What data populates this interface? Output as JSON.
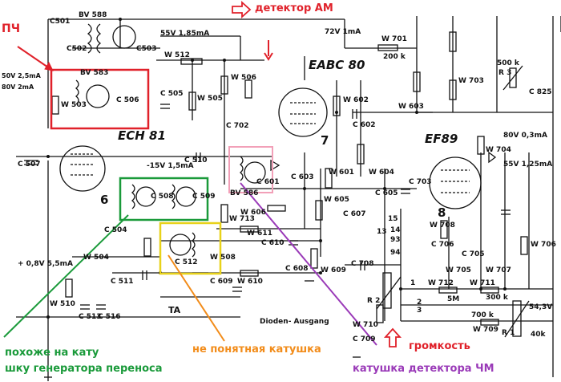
{
  "annotations": {
    "pch": "ПЧ",
    "detector_am": "детектор АМ",
    "gen_note_line1": "похоже на кату",
    "gen_note_line2": "шку генератора переноса",
    "unclear_coil": "не понятная катушка",
    "volume": "громкость",
    "fm_detector_coil": "катушка детектора ЧМ"
  },
  "colors": {
    "red": "#e0212a",
    "green": "#1a9a3a",
    "orange": "#f28c1a",
    "purple": "#9a3ab8",
    "pink": "#f2a0b8",
    "yellow": "#e8d21a"
  },
  "tubes": {
    "ech81": "ECH 81",
    "eabc80": "EABC 80",
    "ef89": "EF89"
  },
  "labels": {
    "c501": "C501",
    "bv588": "BV 588",
    "c502": "C502",
    "c503": "C503",
    "v55": "55V 1,85mA",
    "w512": "W 512",
    "bv583": "BV 583",
    "w503": "W 503",
    "c506": "C 506",
    "c505": "C 505",
    "w505": "W 505",
    "w506": "W 506",
    "c702": "C 702",
    "v72": "72V 1mA",
    "w701": "W 701",
    "r200k": "200 k",
    "w602": "W 602",
    "c602": "C 602",
    "w603": "W 603",
    "w703": "W 703",
    "r3": "R 3",
    "r500k": "500 k",
    "c825": "C 825",
    "w704": "W 704",
    "v80": "80V 0,3mA",
    "v55b": "55V 1,25mA",
    "c507": "C 507",
    "c510": "C 510",
    "v15": "-15V 1,5mA",
    "c508": "C 508",
    "c509": "C 509",
    "c601": "C 601",
    "bv586": "BV 586",
    "w713": "W 713",
    "w606": "W 606",
    "c603": "C 603",
    "w601": "W 601",
    "w604": "W 604",
    "w605": "W 605",
    "c605": "C 605",
    "c607": "C 607",
    "c703": "C 703",
    "w708": "W 708",
    "c706": "C 706",
    "c705": "C 705",
    "w705": "W 705",
    "w706": "W 706",
    "w707": "W 707",
    "c504": "C 504",
    "w504": "W 504",
    "c511": "C 511",
    "w611": "W 611",
    "c610": "C 610",
    "c608": "C 608",
    "c512": "C 512",
    "w508": "W 508",
    "c609": "C 609",
    "w610": "W 610",
    "w609": "W 609",
    "c708": "C 708",
    "r2": "R 2",
    "w712": "W 712",
    "w711": "W 711",
    "w709": "W 709",
    "r1": "R 1",
    "v54": "54,3V",
    "r40k": "40k",
    "r700k": "700 k",
    "r300k": "300 k",
    "r5m": "5M",
    "w510": "W 510",
    "c513": "C 513",
    "c516": "C 516",
    "v08": "+ 0,8V 5,5mA",
    "ta": "TA",
    "dioden": "Dioden- Ausgang",
    "c709": "C 709",
    "w710": "W 710",
    "num6": "6",
    "num7": "7",
    "num8": "8",
    "num15": "15",
    "num13": "13",
    "num14": "14",
    "num93": "93",
    "num94": "94",
    "num1": "1",
    "num2": "2",
    "num3": "3",
    "v50": "50V 2,5mA",
    "v80b": "80V 2mA"
  }
}
